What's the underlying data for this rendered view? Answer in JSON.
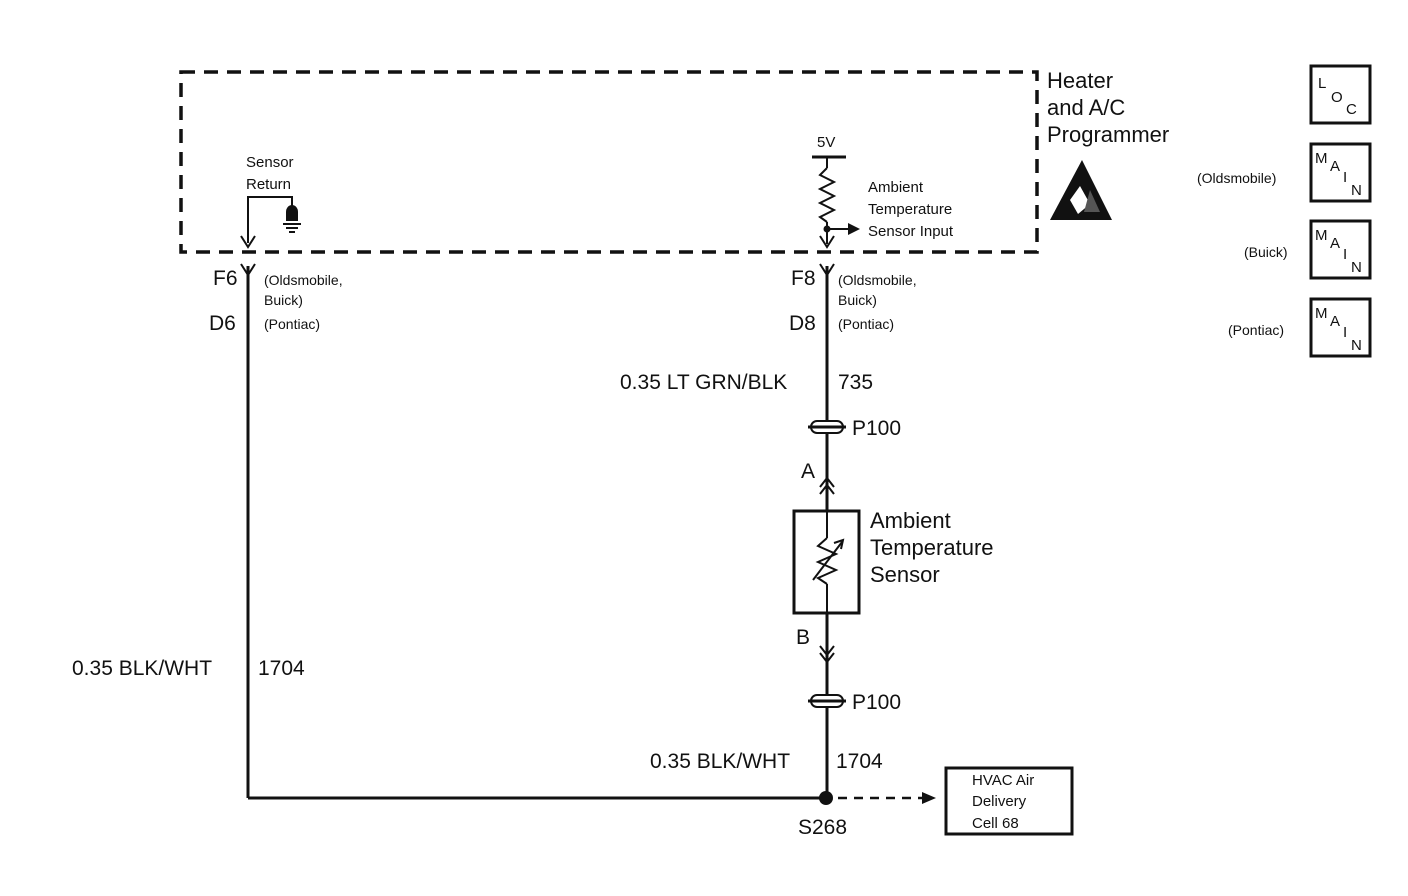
{
  "programmer": {
    "title_line1": "Heater",
    "title_line2": "and A/C",
    "title_line3": "Programmer",
    "sensor_return_line1": "Sensor",
    "sensor_return_line2": "Return",
    "supply_voltage": "5V",
    "input_line1": "Ambient",
    "input_line2": "Temperature",
    "input_line3": "Sensor Input"
  },
  "left_circuit": {
    "pin_f": "F6",
    "pin_d": "D6",
    "pin_f_note_line1": "(Oldsmobile,",
    "pin_f_note_line2": "Buick)",
    "pin_d_note": "(Pontiac)",
    "wire_label": "0.35 BLK/WHT",
    "circuit_number": "1704"
  },
  "right_circuit": {
    "pin_f": "F8",
    "pin_d": "D8",
    "pin_f_note_line1": "(Oldsmobile,",
    "pin_f_note_line2": "Buick)",
    "pin_d_note": "(Pontiac)",
    "upper_wire_label": "0.35 LT GRN/BLK",
    "upper_circuit_number": "735",
    "connector_top": "P100",
    "connector_bottom": "P100",
    "sensor_pin_a": "A",
    "sensor_pin_b": "B",
    "lower_wire_label": "0.35 BLK/WHT",
    "lower_circuit_number": "1704"
  },
  "sensor": {
    "line1": "Ambient",
    "line2": "Temperature",
    "line3": "Sensor"
  },
  "splice": {
    "label": "S268"
  },
  "reference_box": {
    "line1": "HVAC Air",
    "line2": "Delivery",
    "line3": "Cell 68"
  },
  "locator_icons": [
    {
      "name": "loc-icon",
      "caption": "",
      "letters": [
        "L",
        "O",
        "C"
      ]
    },
    {
      "name": "main-oldsmobile-icon",
      "caption": "(Oldsmobile)",
      "letters": [
        "M",
        "A",
        "I",
        "N"
      ]
    },
    {
      "name": "main-buick-icon",
      "caption": "(Buick)",
      "letters": [
        "M",
        "A",
        "I",
        "N"
      ]
    },
    {
      "name": "main-pontiac-icon",
      "caption": "(Pontiac)",
      "letters": [
        "M",
        "A",
        "I",
        "N"
      ]
    }
  ]
}
